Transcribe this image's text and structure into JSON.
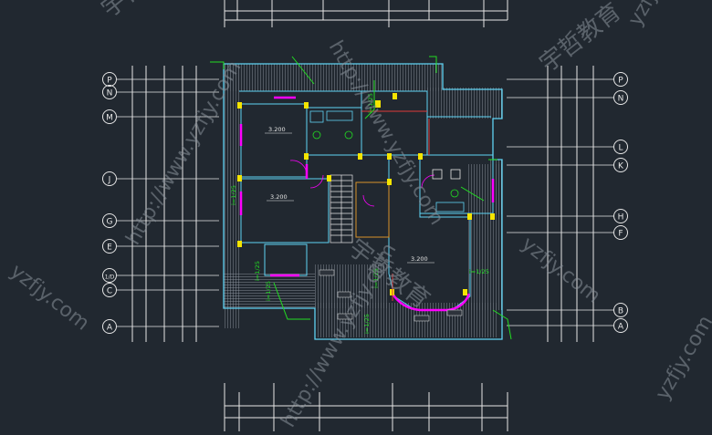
{
  "canvas_bg": "#212830",
  "colors": {
    "grid": "#e6e6e6",
    "wall": "#5fd3f3",
    "hatch": "#9aa3ad",
    "green": "#22dd22",
    "yellow": "#f5e500",
    "magenta": "#ff00ff",
    "red": "#e03a3a",
    "orange": "#d9922a",
    "watermark": "#8a929b"
  },
  "axes_left": [
    "P",
    "N",
    "M",
    "J",
    "G",
    "E",
    "1/D",
    "C",
    "A"
  ],
  "axes_right": [
    "P",
    "N",
    "L",
    "K",
    "H",
    "F",
    "B",
    "A"
  ],
  "elevation_labels": [
    "3.200",
    "3.200",
    "3.200"
  ],
  "slope_labels": [
    "i=1/25",
    "i=1/25",
    "i=1/25",
    "i=1/25",
    "i=1/25",
    "i=1/25",
    "i=1/25"
  ],
  "watermark_texts": [
    "http://www.yzfjy.com",
    "宇哲教育",
    "yzfjy.com"
  ]
}
